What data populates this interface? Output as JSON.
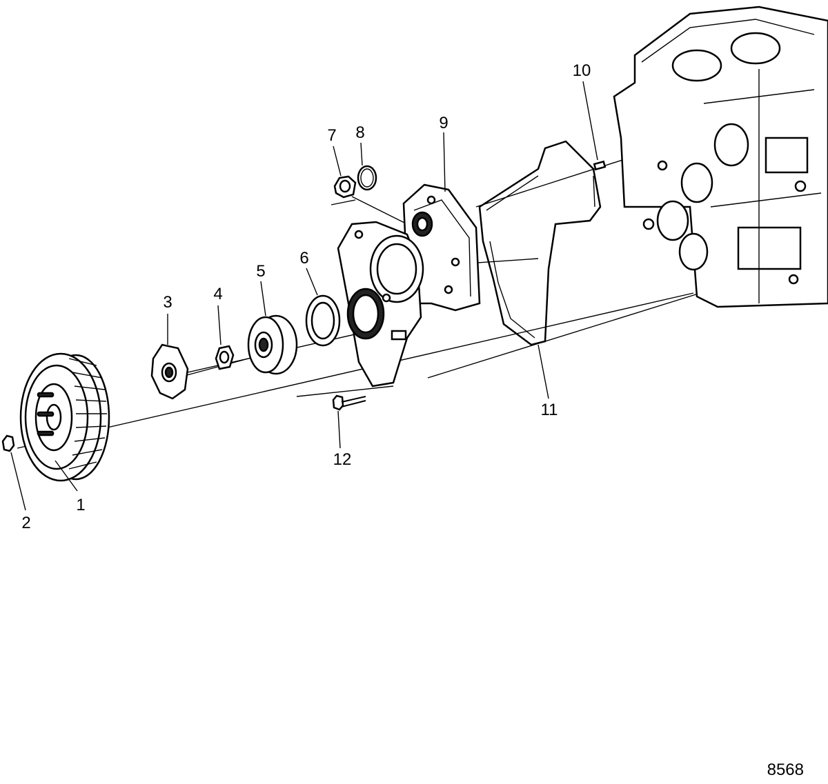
{
  "callouts": [
    {
      "id": "1",
      "label": "1"
    },
    {
      "id": "2",
      "label": "2"
    },
    {
      "id": "3",
      "label": "3"
    },
    {
      "id": "4",
      "label": "4"
    },
    {
      "id": "5",
      "label": "5"
    },
    {
      "id": "6",
      "label": "6"
    },
    {
      "id": "7",
      "label": "7"
    },
    {
      "id": "8",
      "label": "8"
    },
    {
      "id": "9",
      "label": "9"
    },
    {
      "id": "10",
      "label": "10"
    },
    {
      "id": "11",
      "label": "11"
    },
    {
      "id": "12",
      "label": "12"
    }
  ],
  "figure_number": "8568"
}
